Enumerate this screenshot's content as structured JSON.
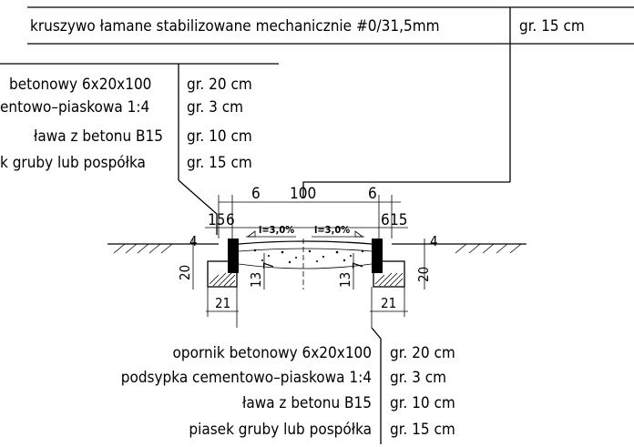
{
  "top_callout": {
    "layer": "kruszywo łamane stabilizowane mechanicznie #0/31,5mm",
    "thickness": "gr. 15 cm"
  },
  "left_callout": [
    {
      "layer": "betonowy 6x20x100",
      "thickness": "gr. 20 cm"
    },
    {
      "layer": "entowo–piaskowa 1:4",
      "thickness": "gr.  3 cm"
    },
    {
      "layer": "ława z betonu B15",
      "thickness": "gr. 10 cm"
    },
    {
      "layer": "k gruby lub pospółka",
      "thickness": "gr. 15 cm"
    }
  ],
  "bottom_callout": [
    {
      "layer": "opornik betonowy 6x20x100",
      "thickness": "gr. 20 cm"
    },
    {
      "layer": "podsypka cementowo–piaskowa 1:4",
      "thickness": "gr.  3 cm"
    },
    {
      "layer": "ława z betonu B15",
      "thickness": "gr. 10 cm"
    },
    {
      "layer": "piasek gruby lub pospółka",
      "thickness": "gr. 15 cm"
    }
  ],
  "dimensions": {
    "left_curb_width": "6",
    "total_width": "100",
    "right_curb_width": "6",
    "left_offset_a": "15",
    "left_offset_b": "6",
    "right_offset_a": "6",
    "right_offset_b": "15",
    "left_slope": "i=3,0%",
    "right_slope": "i=3,0%",
    "left_height_4": "4",
    "right_height_4": "4",
    "left_height_20": "20",
    "right_height_20": "20",
    "left_depth_13": "13",
    "left_depth_7": "7",
    "right_depth_13": "13",
    "right_depth_7": "7",
    "left_bench_width": "21",
    "right_bench_width": "21"
  }
}
